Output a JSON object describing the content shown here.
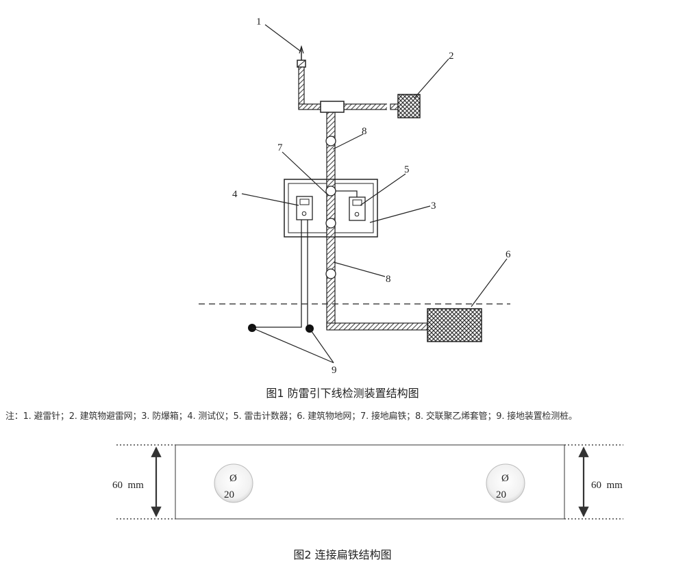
{
  "figure1": {
    "labels": [
      "1",
      "2",
      "3",
      "4",
      "5",
      "6",
      "7",
      "8",
      "8",
      "9"
    ],
    "caption": "图1   防雷引下线检测装置结构图",
    "note": "注：1. 避雷针；2. 建筑物避雷网；3. 防爆箱；4. 测试仪；5. 雷击计数器；6. 建筑物地网；7. 接地扁铁；8. 交联聚乙烯套管；9. 接地装置检测桩。"
  },
  "figure2": {
    "left_dimension": "60  mm",
    "right_dimension": "60  mm",
    "hole_left": {
      "symbol": "Ø",
      "value": "20"
    },
    "hole_right": {
      "symbol": "Ø",
      "value": "20"
    },
    "caption": "图2    连接扁铁结构图"
  }
}
